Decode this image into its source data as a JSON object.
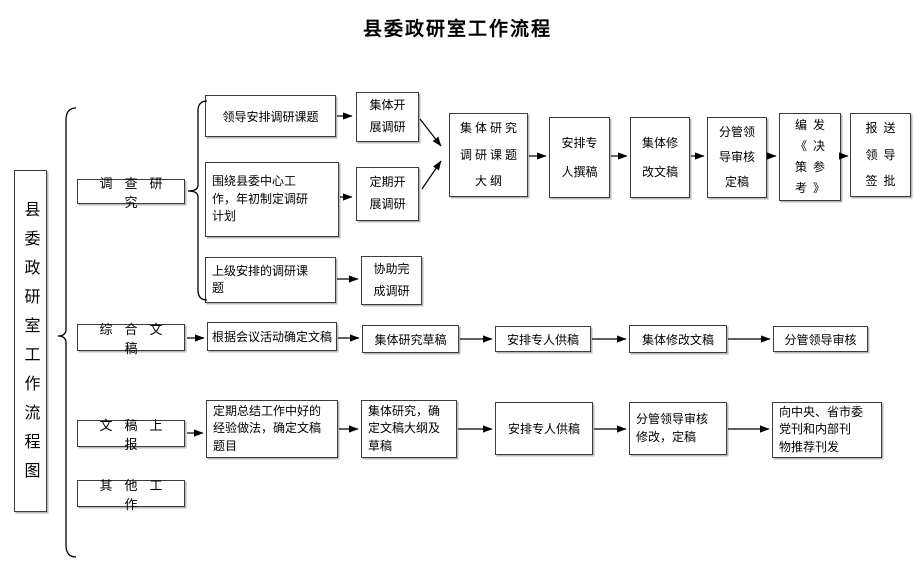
{
  "title": "县委政研室工作流程",
  "sidebar": {
    "label": "县委政研室工作流程图"
  },
  "categories": {
    "research": "调查研究",
    "drafts": "综合文稿",
    "reports": "文稿上报",
    "other": "其他工作"
  },
  "research_flow": {
    "leader_topic": "领导安排调研课题",
    "collective_conduct": "集体开\n展调研",
    "annual_plan": "围绕县委中心工\n作，年初制定调研\n计划",
    "periodic_conduct": "定期开\n展调研",
    "topic_outline": "集体研究\n调研课题\n大纲",
    "assign_writer": "安排专\n人撰稿",
    "collective_revise": "集体修\n改文稿",
    "leader_finalize": "分管领\n导审核\n定稿",
    "publish_reference": "编发\n《决\n策参\n考》",
    "submit_approval": "报送\n领导\n签批",
    "superior_topic": "上级安排的调研课\n题",
    "assist_complete": "协助完\n成调研"
  },
  "draft_flow": {
    "determine_draft": "根据会议活动确定文稿",
    "collective_study_draft": "集体研究草稿",
    "assign_contributor": "安排专人供稿",
    "collective_revise": "集体修改文稿",
    "leader_review": "分管领导审核"
  },
  "report_flow": {
    "summarize_experience": "定期总结工作中好的\n经验做法，确定文稿\n题目",
    "study_outline_draft": "集体研究，确\n定文稿大纲及\n草稿",
    "assign_contributor": "安排专人供稿",
    "leader_finalize": "分管领导审核\n修改，定稿",
    "recommend_publish": "向中央、省市委\n党刊和内部刊\n物推荐刊发"
  },
  "colors": {
    "background": "#ffffff",
    "text": "#000000",
    "box_border": "#3c3c3c",
    "connector": "#000000"
  }
}
